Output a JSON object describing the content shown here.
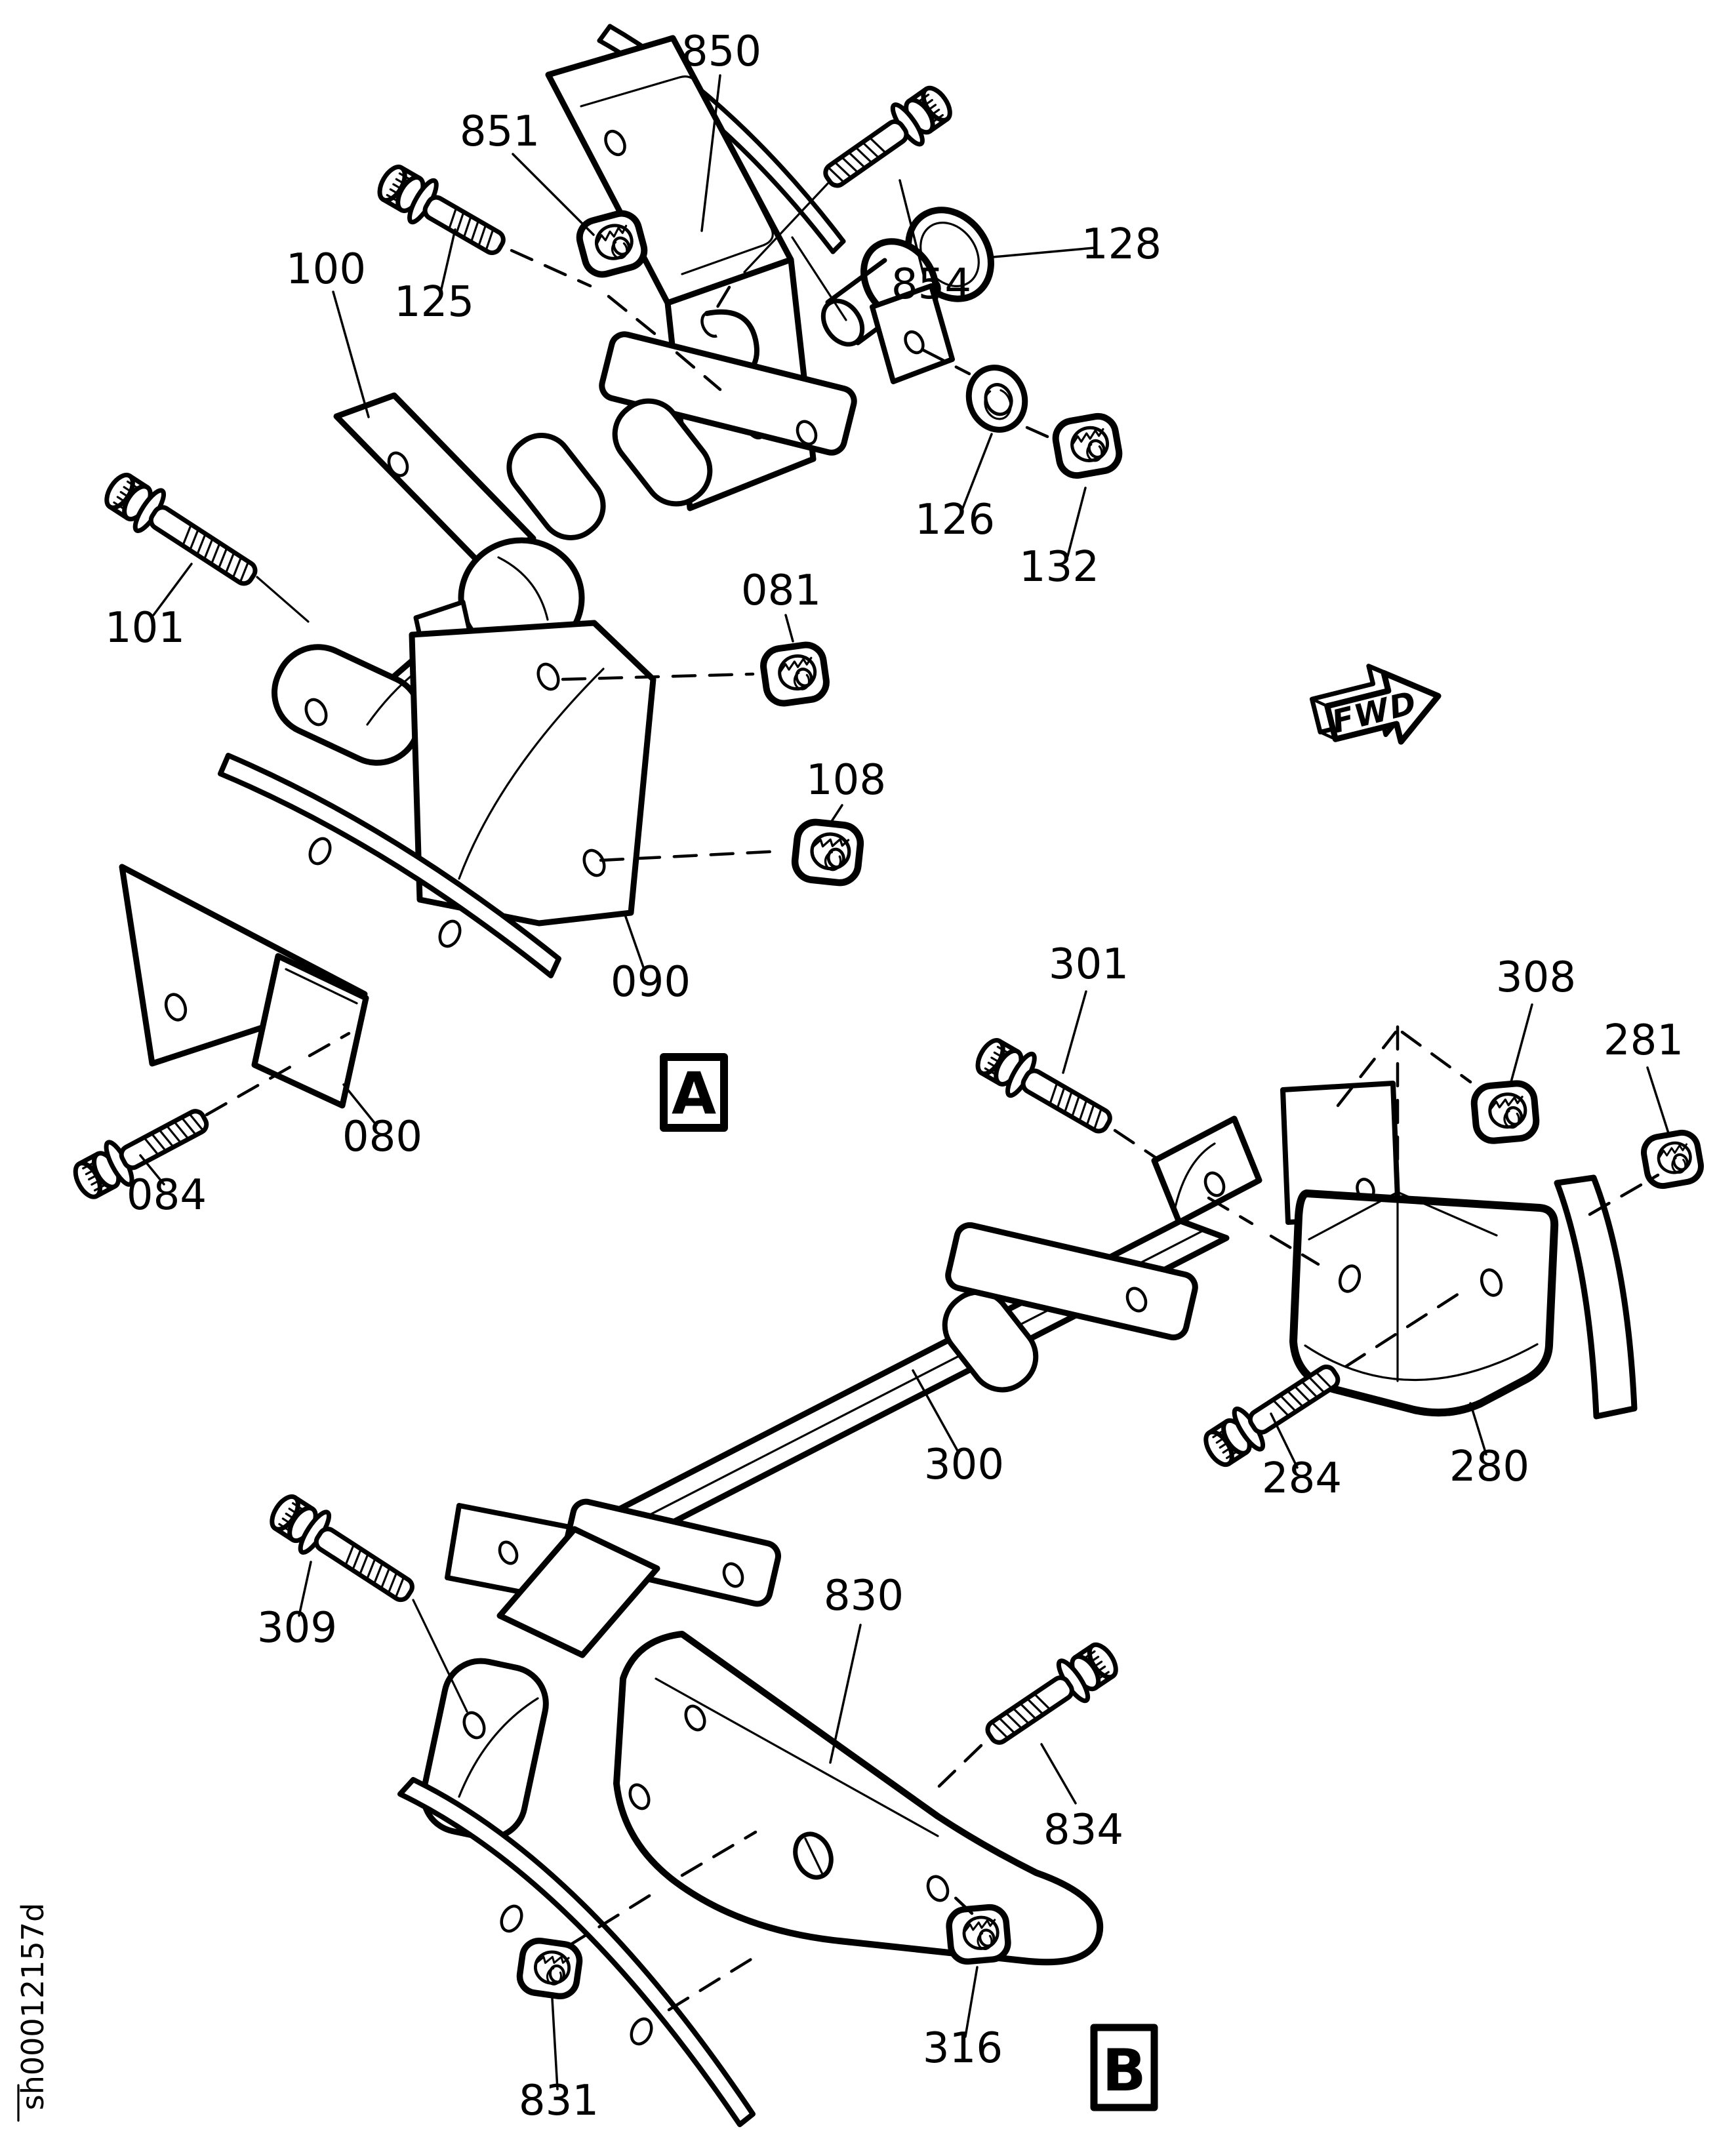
{
  "figure": {
    "background": "#ffffff",
    "line_color": "#000000",
    "watermark": "sh00012157d",
    "direction_arrow": {
      "label": "FWD"
    },
    "section_markers": [
      {
        "label": "A"
      },
      {
        "label": "B"
      }
    ],
    "part_labels": [
      {
        "number": "850"
      },
      {
        "number": "851"
      },
      {
        "number": "854"
      },
      {
        "number": "125"
      },
      {
        "number": "100"
      },
      {
        "number": "128"
      },
      {
        "number": "126"
      },
      {
        "number": "132"
      },
      {
        "number": "101"
      },
      {
        "number": "081"
      },
      {
        "number": "108"
      },
      {
        "number": "090"
      },
      {
        "number": "080"
      },
      {
        "number": "084"
      },
      {
        "number": "301"
      },
      {
        "number": "308"
      },
      {
        "number": "281"
      },
      {
        "number": "300"
      },
      {
        "number": "284"
      },
      {
        "number": "280"
      },
      {
        "number": "309"
      },
      {
        "number": "830"
      },
      {
        "number": "834"
      },
      {
        "number": "831"
      },
      {
        "number": "316"
      }
    ]
  }
}
